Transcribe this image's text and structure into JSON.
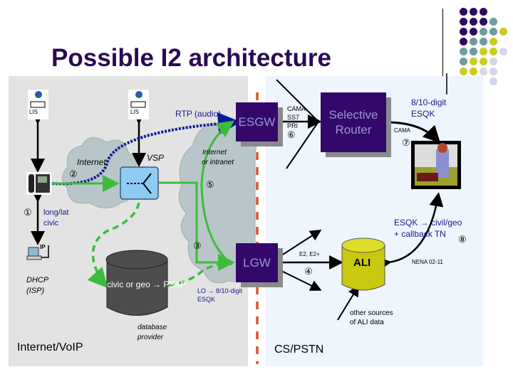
{
  "title": "Possible I2 architecture",
  "decor": {
    "colors": {
      "purple": "#2e0b5e",
      "teal": "#6f9c9c",
      "yellow": "#cccc1f",
      "lavender": "#d5d6e8"
    },
    "dot_grid": [
      [
        "purple",
        "purple",
        "purple",
        "",
        ""
      ],
      [
        "purple",
        "purple",
        "purple",
        "teal",
        ""
      ],
      [
        "purple",
        "purple",
        "teal",
        "teal",
        "yellow"
      ],
      [
        "purple",
        "teal",
        "teal",
        "yellow",
        ""
      ],
      [
        "teal",
        "teal",
        "yellow",
        "yellow",
        "lavender"
      ],
      [
        "teal",
        "yellow",
        "yellow",
        "lavender",
        ""
      ],
      [
        "yellow",
        "yellow",
        "lavender",
        "lavender",
        ""
      ],
      [
        "",
        "lavender",
        "",
        "lavender",
        ""
      ]
    ]
  },
  "regions": {
    "left_label": "Internet/VoIP",
    "right_label": "CS/PSTN"
  },
  "nodes": {
    "lis_left": "LIS",
    "lis_right": "LIS",
    "esgw": "ESGW",
    "selective_router": "Selective Router",
    "lgw": "LGW",
    "ali": "ALI",
    "database": "civic or geo → PSAP",
    "dhcp_icon_badge": "IP"
  },
  "labels": {
    "rtp": "RTP (audio)",
    "internet": "Internet",
    "vsp": "VSP",
    "internet_intranet_1": "Internet",
    "internet_intranet_2": "or intranet",
    "longlat_1": "long/lat",
    "longlat_2": "civic",
    "dhcp_1": "DHCP",
    "dhcp_2": "(ISP)",
    "database_provider_1": "database",
    "database_provider_2": "provider",
    "lo_esqk_1": "LO → 8/10-digit",
    "lo_esqk_2": "ESQK",
    "cama_ss7_pri_1": "CAMA",
    "cama_ss7_pri_2": "SS7",
    "cama_ss7_pri_3": "PRI",
    "esqk_top_1": "8/10-digit",
    "esqk_top_2": "ESQK",
    "cama": "CAMA",
    "esqk_civil_1": "ESQK → civil/geo",
    "esqk_civil_2": "+ callback TN",
    "nena": "NENA 02-11",
    "e2": "E2, E2+",
    "other_sources_1": "other sources",
    "other_sources_2": "of ALI data"
  },
  "steps": {
    "s1": "①",
    "s2": "②",
    "s3": "③",
    "s4": "④",
    "s5": "⑤",
    "s6": "⑥",
    "s7": "⑦",
    "s8": "⑧"
  }
}
